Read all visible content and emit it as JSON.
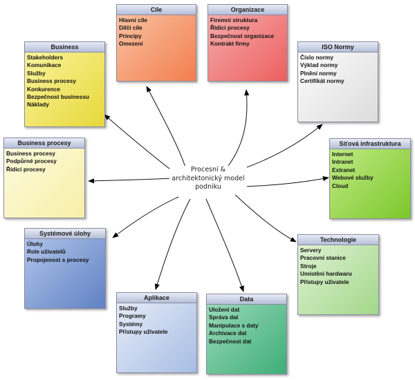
{
  "center": {
    "line1": "Procesní &",
    "line2": "architektonický model",
    "line3": "podniku"
  },
  "boxes": {
    "cile": {
      "title": "Cíle",
      "items": [
        "Hlavní cíle",
        "Dílčí cíle",
        "Principy",
        "Omezení"
      ],
      "color_light": "#fbc7a6",
      "color_dark": "#f27e4f"
    },
    "organizace": {
      "title": "Organizace",
      "items": [
        "Firemní struktura",
        "Řídicí procesy",
        "Bezpečnost organizace",
        "Kontrakt firmy"
      ],
      "color_light": "#f7b0b0",
      "color_dark": "#ec5f5f"
    },
    "business": {
      "title": "Business",
      "items": [
        "Stakeholders",
        "Komunikace",
        "Služby",
        "Business procesy",
        "Konkurence",
        "Bezpečnost businessu",
        "Náklady"
      ],
      "color_light": "#fbf6a3",
      "color_dark": "#e7d83a"
    },
    "iso": {
      "title": "ISO Normy",
      "items": [
        "Číslo normy",
        "Výklad normy",
        "Plnění normy",
        "Certifikát normy"
      ],
      "color_light": "#ffffff",
      "color_dark": "#dcdcdc"
    },
    "business_procesy": {
      "title": "Business procesy",
      "items": [
        "Business procesy",
        "Podpůrné procesy",
        "Řídicí procesy"
      ],
      "color_light": "#fdfbe2",
      "color_dark": "#f7efa6"
    },
    "sitova": {
      "title": "Síťová infrastruktura",
      "items": [
        "Internet",
        "Intranet",
        "Extranet",
        "Webové služby",
        "Cloud"
      ],
      "color_light": "#c4ec8b",
      "color_dark": "#7cc82b"
    },
    "systemove": {
      "title": "Systémové úlohy",
      "items": [
        "Úlohy",
        "Role uživatelů",
        "Propojenost s procesy"
      ],
      "color_light": "#b6c9ec",
      "color_dark": "#5f81c4"
    },
    "technologie": {
      "title": "Technologie",
      "items": [
        "Servery",
        "Pracovní stanice",
        "Stroje",
        "Umístění hardwaru",
        "Přístupy uživatele"
      ],
      "color_light": "#e2f3d8",
      "color_dark": "#a3d88a"
    },
    "aplikace": {
      "title": "Aplikace",
      "items": [
        "Služby",
        "Programy",
        "Systémy",
        "Přístupy uživatele"
      ],
      "color_light": "#e9effa",
      "color_dark": "#a7bde3"
    },
    "data": {
      "title": "Data",
      "items": [
        "Uložení dat",
        "Správa dat",
        "Manipulace s daty",
        "Archivace dat",
        "Bezpečnost dat"
      ],
      "color_light": "#9edcbb",
      "color_dark": "#3fae78"
    }
  }
}
